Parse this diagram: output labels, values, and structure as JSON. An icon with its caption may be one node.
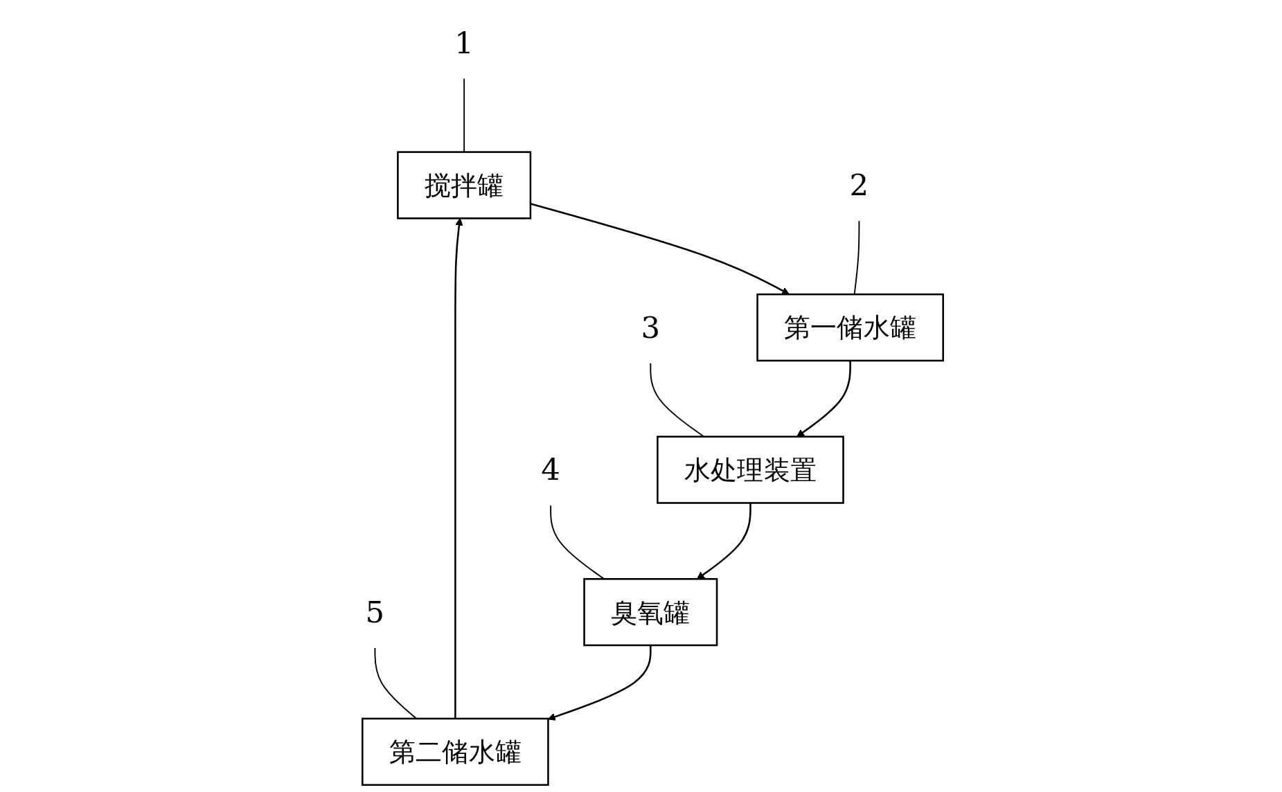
{
  "diagram": {
    "nodes": [
      {
        "text": [
          "1"
        ]
      },
      {
        "text": [
          "搅拌罐"
        ]
      },
      {
        "text": [
          "第二储水罐"
        ]
      },
      {
        "text": [
          "5"
        ]
      },
      {
        "text": [
          "2"
        ]
      },
      {
        "text": [
          "第一储水罐"
        ]
      },
      {
        "text": [
          "3"
        ]
      },
      {
        "text": [
          "水处理装置"
        ]
      },
      {
        "text": [
          "臭氧罐"
        ]
      },
      {
        "text": [
          "4"
        ]
      }
    ],
    "edges": [
      {
        "from": 2,
        "to": 1,
        "arrow": "to"
      },
      {
        "from": 1,
        "to": 5,
        "arrow": "to"
      },
      {
        "from": 5,
        "to": 7,
        "arrow": "to"
      },
      {
        "from": 7,
        "to": 8,
        "arrow": "to"
      },
      {
        "from": 8,
        "to": 2,
        "arrow": "to"
      },
      {
        "from": 0,
        "to": 1,
        "arrow": "none"
      },
      {
        "from": 3,
        "to": 2,
        "arrow": "none"
      },
      {
        "from": 4,
        "to": 5,
        "arrow": "none"
      },
      {
        "from": 6,
        "to": 7,
        "arrow": "none"
      },
      {
        "from": 9,
        "to": 8,
        "arrow": "none"
      }
    ]
  }
}
